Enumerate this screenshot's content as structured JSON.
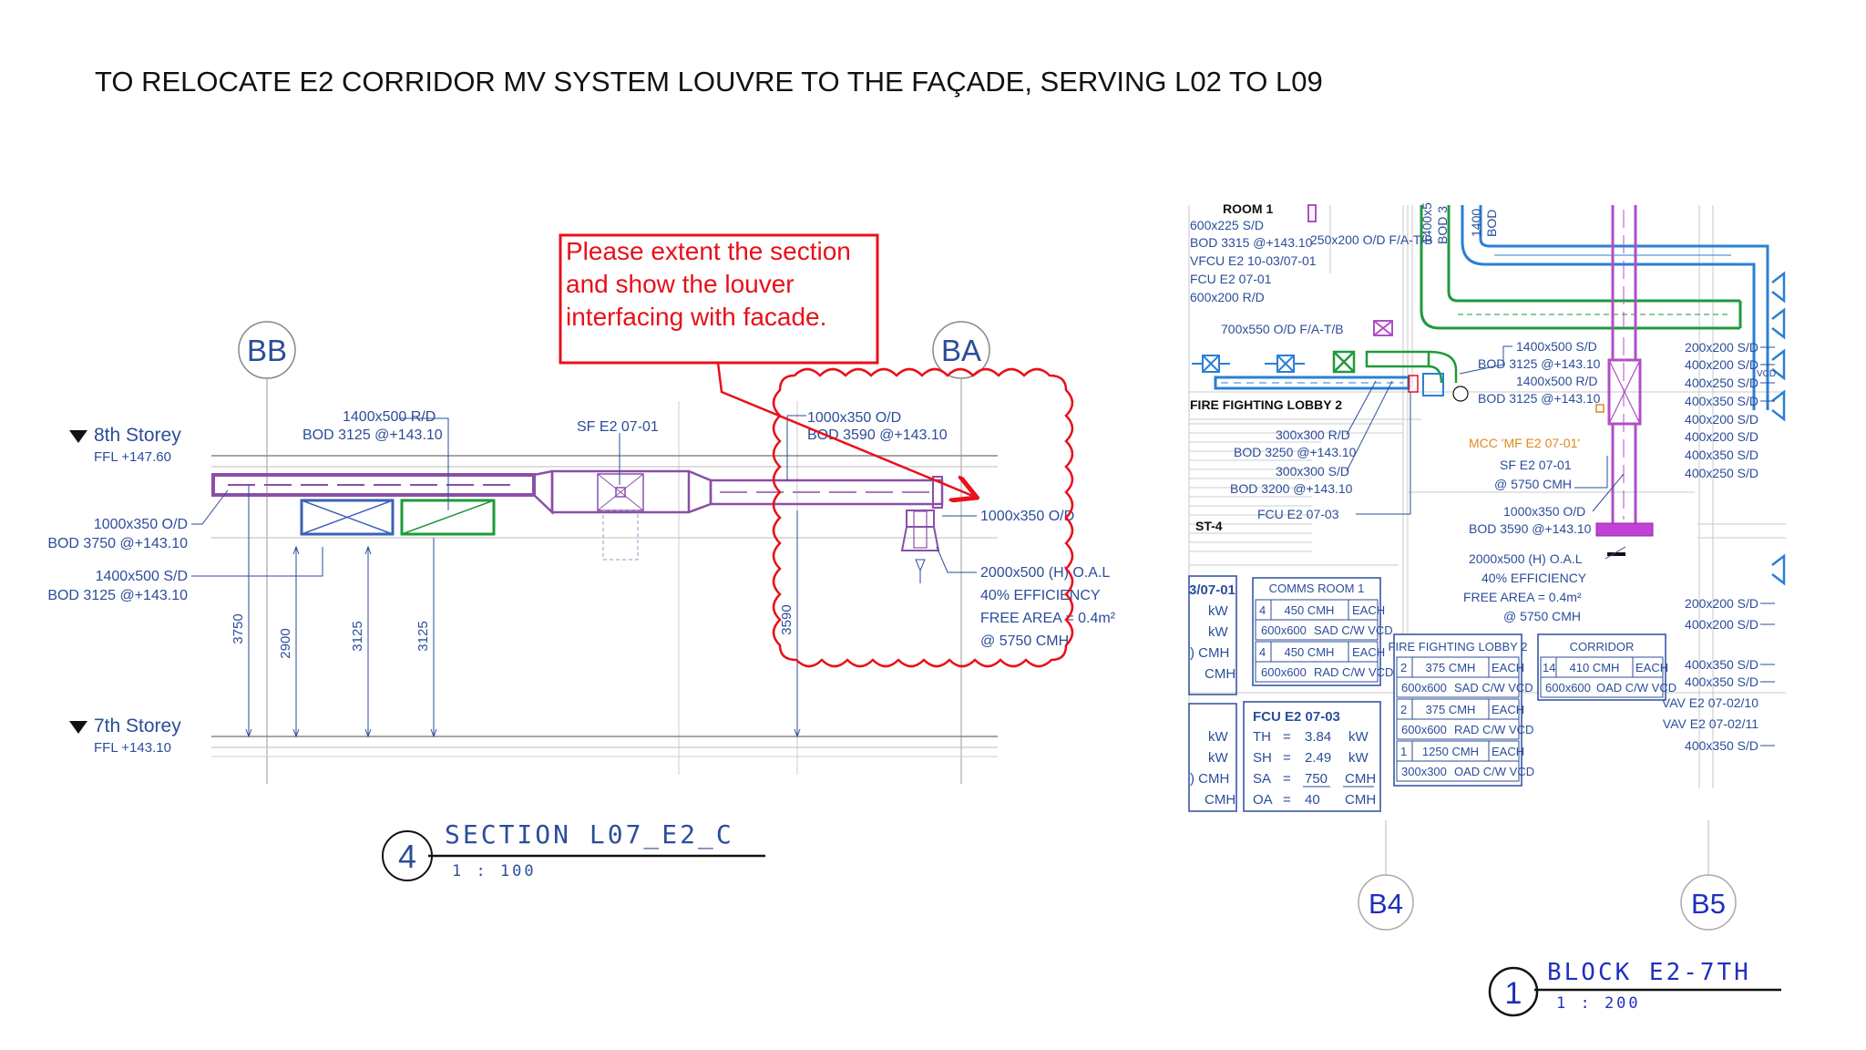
{
  "slide": {
    "title": "TO RELOCATE E2 CORRIDOR MV SYSTEM LOUVRE TO THE FAÇADE, SERVING L02 TO L09"
  },
  "section": {
    "grid_bb": "BB",
    "grid_ba": "BA",
    "storey_8": "8th Storey",
    "storey_8_ffl": "FFL +147.60",
    "storey_7": "7th Storey",
    "storey_7_ffl": "FFL +143.10",
    "lbl_1400x500_rd": "1400x500 R/D",
    "lbl_bod3125_rd": "BOD 3125 @+143.10",
    "lbl_sf": "SF E2 07-01",
    "lbl_1000x350_od_top": "1000x350 O/D",
    "lbl_bod3590": "BOD 3590 @+143.10",
    "lbl_1000x350_od_left": "1000x350 O/D",
    "lbl_bod3750": "BOD 3750 @+143.10",
    "lbl_1400x500_sd": "1400x500 S/D",
    "lbl_bod3125_sd": "BOD 3125 @+143.10",
    "lbl_1000x350_od_right": "1000x350 O/D",
    "lbl_oal_1": "2000x500 (H) O.A.L",
    "lbl_oal_2": "40% EFFICIENCY",
    "lbl_oal_3": "FREE AREA = 0.4m²",
    "lbl_oal_4": "@ 5750 CMH",
    "dim_3750": "3750",
    "dim_2900": "2900",
    "dim_3125a": "3125",
    "dim_3125b": "3125",
    "dim_3590": "3590",
    "comment_1": "Please extent the section",
    "comment_2": "and show the louver",
    "comment_3": "interfacing with facade.",
    "view_number": "4",
    "view_title": "SECTION L07_E2_C",
    "view_scale": "1 : 100",
    "colors": {
      "accent_red": "#e8101a",
      "duct_purple": "#8a4fa8",
      "duct_blue": "#3a62b8",
      "duct_green": "#1f9a3a"
    }
  },
  "plan": {
    "room1": "ROOM 1",
    "p_600x225": "600x225 S/D",
    "p_bod3315": "BOD 3315 @+143.10",
    "p_250x200": "250x200 O/D F/A-T/B",
    "p_vfcu": "VFCU E2 10-03/07-01",
    "p_fcu0701": "FCU E2 07-01",
    "p_600x200": "600x200 R/D",
    "p_1400_bod_a": "1400x5",
    "p_1400_bod_b": "BOD 3",
    "p_1400_bod_c": "1400",
    "p_1400_bod_d": "BOD",
    "p_700x550": "700x550 O/D F/A-T/B",
    "p_ffl2": "FIRE FIGHTING LOBBY 2",
    "p_1400x500_sd": "1400x500 S/D",
    "p_bod3125_a": "BOD 3125 @+143.10",
    "p_1400x500_rd": "1400x500 R/D",
    "p_bod3125_b": "BOD 3125 @+143.10",
    "p_300x300_rd": "300x300 R/D",
    "p_bod3250": "BOD 3250 @+143.10",
    "p_300x300_sd": "300x300 S/D",
    "p_bod3200": "BOD 3200 @+143.10",
    "p_fcu0703": "FCU E2 07-03",
    "p_st4": "ST-4",
    "p_mcc": "MCC 'MF E2 07-01'",
    "p_sf_a": "SF E2 07-01",
    "p_sf_b": "@ 5750 CMH",
    "p_1000x350": "1000x350 O/D",
    "p_bod3590": "BOD 3590 @+143.10",
    "p_oal1": "2000x500 (H) O.A.L",
    "p_oal2": "40% EFFICIENCY",
    "p_oal3": "FREE AREA = 0.4m²",
    "p_oal4": "@ 5750 CMH",
    "p_vcd": "VCD",
    "right_labels": [
      "200x200 S/D",
      "400x200 S/D",
      "400x250 S/D",
      "400x350 S/D",
      "400x200 S/D",
      "400x200 S/D",
      "400x350 S/D",
      "400x250 S/D"
    ],
    "right_labels_low": [
      "200x200 S/D",
      "400x200 S/D",
      "400x350 S/D",
      "400x350 S/D",
      "VAV E2 07-02/10",
      "VAV E2 07-02/11",
      "400x350 S/D"
    ],
    "left_cut": {
      "t1": "3/07-01",
      "kw1": "kW",
      "kw2": "kW",
      "cmh1": ") CMH",
      "cmh2": "CMH",
      "kw3": "kW",
      "kw4": "kW",
      "cmh3": ") CMH",
      "cmh4": "CMH"
    },
    "comms": {
      "title": "COMMS ROOM 1",
      "r1": [
        "4",
        "450 CMH",
        "EACH"
      ],
      "r2": [
        "600x600",
        "SAD C/W VCD"
      ],
      "r3": [
        "4",
        "450 CMH",
        "EACH"
      ],
      "r4": [
        "600x600",
        "RAD C/W VCD"
      ]
    },
    "ffl_table": {
      "title": "FIRE FIGHTING LOBBY 2",
      "r1": [
        "2",
        "375 CMH",
        "EACH"
      ],
      "r2": [
        "600x600",
        "SAD C/W VCD"
      ],
      "r3": [
        "2",
        "375 CMH",
        "EACH"
      ],
      "r4": [
        "600x600",
        "RAD C/W VCD"
      ],
      "r5": [
        "1",
        "1250 CMH",
        "EACH"
      ],
      "r6": [
        "300x300",
        "OAD C/W VCD"
      ]
    },
    "corridor": {
      "title": "CORRIDOR",
      "r1": [
        "14",
        "410 CMH",
        "EACH"
      ],
      "r2": [
        "600x600",
        "OAD C/W VCD"
      ]
    },
    "fcu_table": {
      "title": "FCU E2 07-03",
      "rows": [
        [
          "TH",
          "=",
          "3.84",
          "kW"
        ],
        [
          "SH",
          "=",
          "2.49",
          "kW"
        ],
        [
          "SA",
          "=",
          "750",
          "CMH"
        ],
        [
          "OA",
          "=",
          "40",
          "CMH"
        ]
      ]
    },
    "grid_b4": "B4",
    "grid_b5": "B5",
    "view_number": "1",
    "view_title": "BLOCK E2-7TH",
    "view_scale": "1 : 200"
  }
}
